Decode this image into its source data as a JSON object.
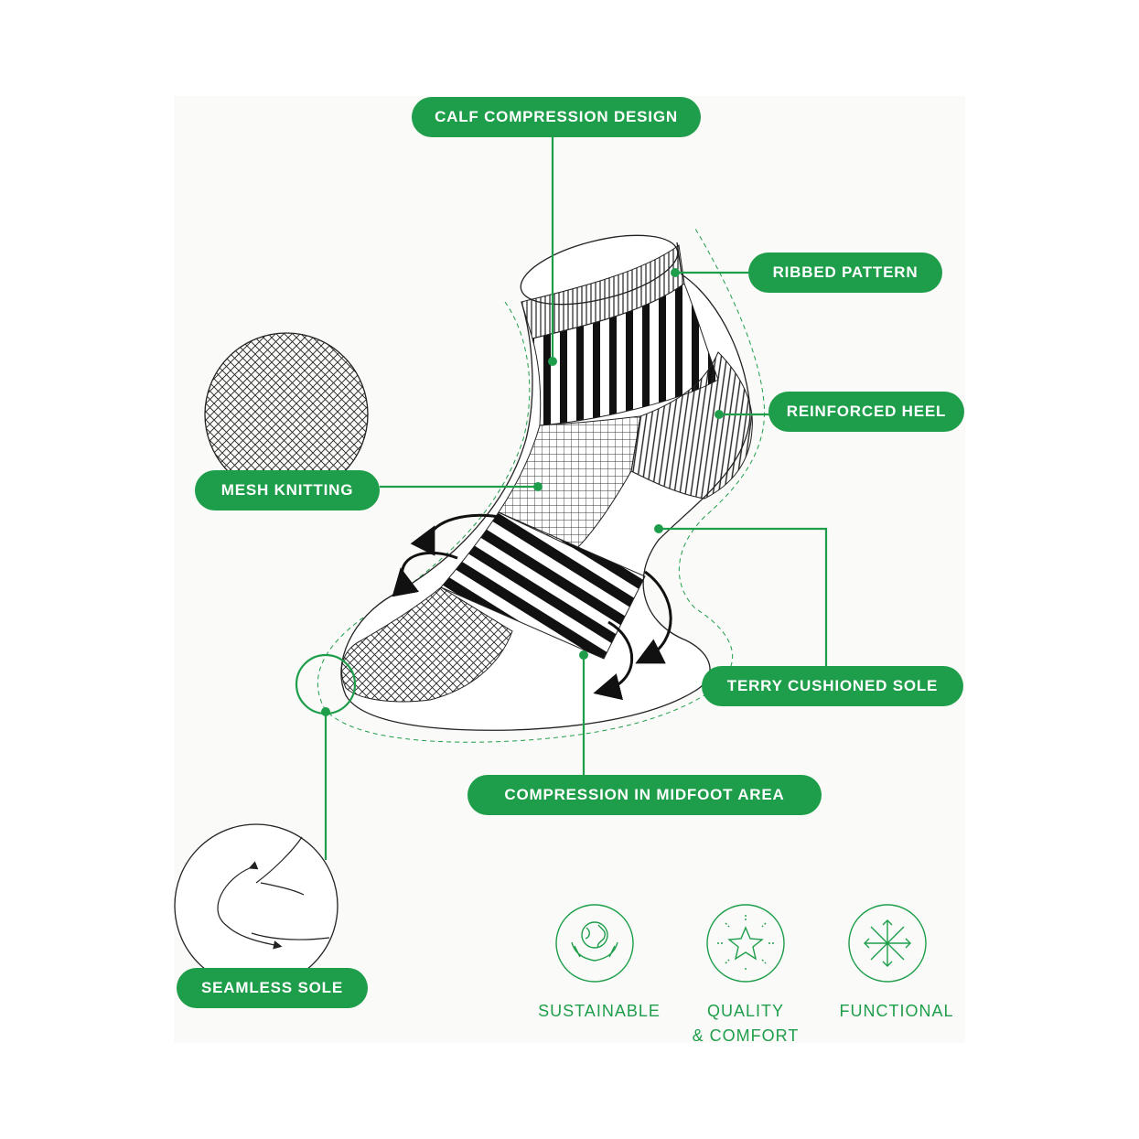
{
  "colors": {
    "accent": "#1e9e4a",
    "ink": "#1a1a1a",
    "panel": "#fafaf8"
  },
  "callouts": {
    "calf": "CALF COMPRESSION DESIGN",
    "ribbed": "RIBBED PATTERN",
    "heel": "REINFORCED HEEL",
    "mesh": "MESH KNITTING",
    "terry": "TERRY CUSHIONED SOLE",
    "midfoot": "COMPRESSION IN MIDFOOT AREA",
    "seamless": "SEAMLESS SOLE"
  },
  "features": [
    {
      "icon": "globe-hands-icon",
      "line1": "SUSTAINABLE",
      "line2": ""
    },
    {
      "icon": "star-burst-icon",
      "line1": "QUALITY",
      "line2": "& COMFORT"
    },
    {
      "icon": "four-arrows-icon",
      "line1": "FUNCTIONAL",
      "line2": ""
    }
  ]
}
